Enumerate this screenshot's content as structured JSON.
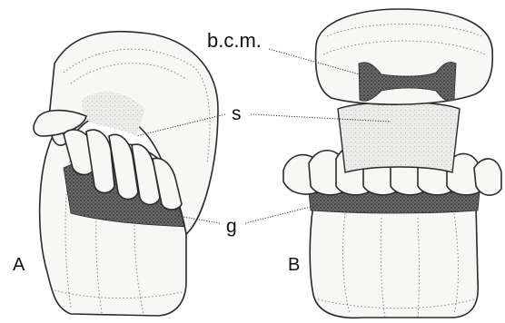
{
  "figure": {
    "panel_labels": [
      "A",
      "B"
    ],
    "labels": {
      "bcm": "b.c.m.",
      "s": "s",
      "g": "g"
    },
    "colors": {
      "ink": "#2a2a2a",
      "stipple_dark": "#4a4a4a",
      "stipple_light": "#d9d9d9",
      "paper": "#ffffff"
    }
  }
}
